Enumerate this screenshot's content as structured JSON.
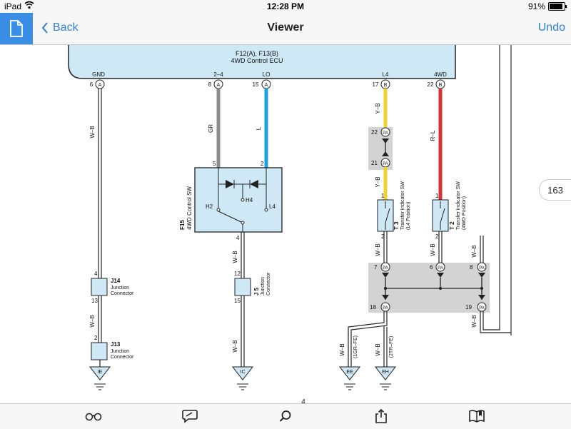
{
  "status_bar": {
    "device": "iPad",
    "time": "12:28 PM",
    "battery": "91%"
  },
  "nav": {
    "back_label": "Back",
    "title": "Viewer",
    "undo_label": "Undo"
  },
  "page_number": "163",
  "diagram": {
    "ecu": {
      "connector": "F12(A), F13(B)",
      "name": "4WD Control ECU"
    },
    "terminals": {
      "gnd": {
        "name": "GND",
        "pin": "6",
        "conn": "A"
      },
      "t24": {
        "name": "2–4",
        "pin": "8",
        "conn": "A"
      },
      "lo": {
        "name": "LO",
        "pin": "15",
        "conn": "A"
      },
      "l4": {
        "name": "L4",
        "pin": "17",
        "conn": "B"
      },
      "wd4": {
        "name": "4WD",
        "pin": "22",
        "conn": "B"
      }
    },
    "wires": {
      "wb": "W–B",
      "gr": "GR",
      "l": "L",
      "yb": "Y–B",
      "rl": "R–L"
    },
    "sw4wd": {
      "id": "F15",
      "name": "4WD Control SW",
      "pin5": "5",
      "pin2": "2",
      "pin4": "4",
      "h2": "H2",
      "h4": "H4",
      "l4": "L4"
    },
    "pa": {
      "label": "PA",
      "p22": "22",
      "p21": "21",
      "p7": "7",
      "p6": "6",
      "p8": "8",
      "p18": "18",
      "p19": "19"
    },
    "t3": {
      "id": "T 3",
      "name": "Transfer Indicator SW",
      "pos": "(L4 Position)",
      "p1": "1",
      "p2": "2"
    },
    "t2": {
      "id": "T 2",
      "name": "Transfer Indicator SW",
      "pos": "(4WD Position)",
      "p1": "1",
      "p2": "2"
    },
    "j14": {
      "id": "J14",
      "line1": "Junction",
      "line2": "Connector",
      "p_top": "4",
      "p_bot": "13"
    },
    "j13": {
      "id": "J13",
      "line1": "Junction",
      "line2": "Connector",
      "p_top": "2"
    },
    "j5": {
      "id": "J 5",
      "line1": "Junction",
      "line2": "Connector",
      "p_top": "12",
      "p_bot": "15"
    },
    "grounds": {
      "ie": "IE",
      "ic": "IC",
      "ee": "EE",
      "eh": "EH"
    },
    "engine_notes": {
      "ee": "(1GR–FE)",
      "eh": "(2TR–FE)"
    },
    "page_fragment": "4"
  },
  "colors": {
    "accent": "#2f7fd8",
    "ecu_fill": "#cfe8f5",
    "gr_wire": "#8c8c8c",
    "blue_wire": "#1aa3e0",
    "yellow_wire": "#f2d22e",
    "red_wire": "#d8303a",
    "pa_shade": "#d3d3d3"
  },
  "toolbar": [
    "glasses-icon",
    "comment-icon",
    "search-icon",
    "share-icon",
    "bookmark-book-icon"
  ]
}
